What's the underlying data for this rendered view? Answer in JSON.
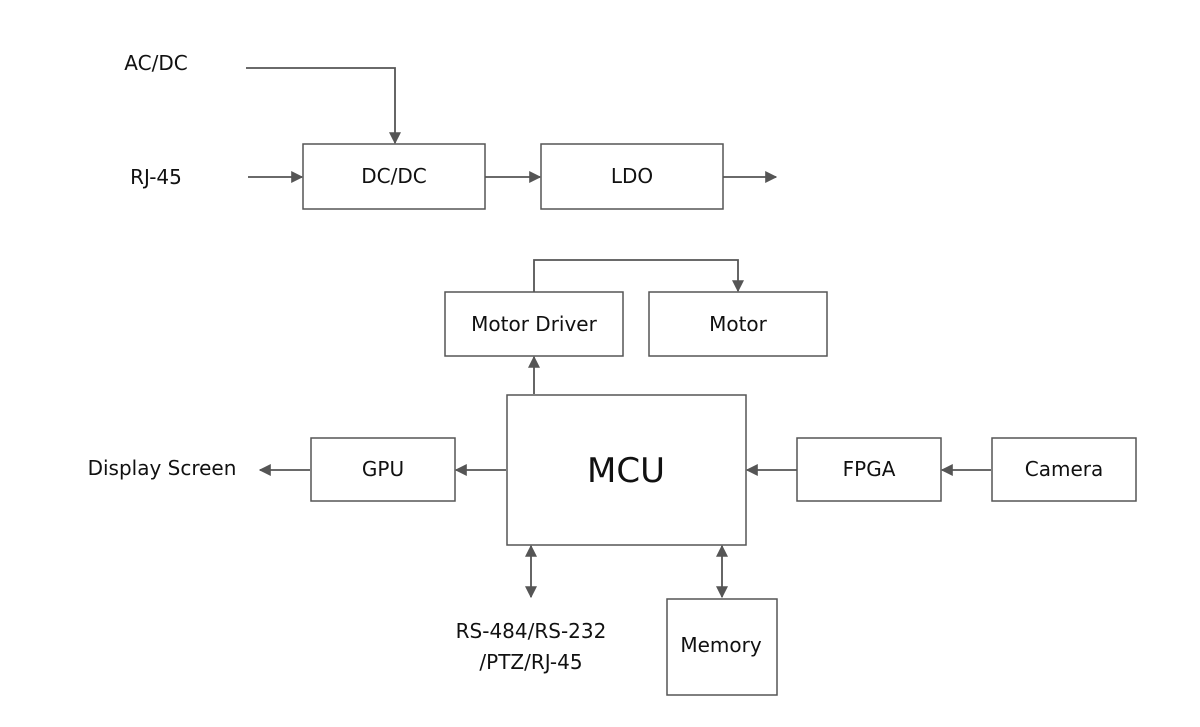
{
  "colors": {
    "stroke": "#555555",
    "text": "#111111",
    "background": "#ffffff"
  },
  "labels": {
    "ac_dc": "AC/DC",
    "rj45_in": "RJ-45",
    "dc_dc": "DC/DC",
    "ldo": "LDO",
    "motor_driver": "Motor Driver",
    "motor": "Motor",
    "mcu": "MCU",
    "gpu": "GPU",
    "display_screen": "Display Screen",
    "fpga": "FPGA",
    "camera": "Camera",
    "comm_line1": "RS-484/RS-232",
    "comm_line2": "/PTZ/RJ-45",
    "memory": "Memory"
  }
}
